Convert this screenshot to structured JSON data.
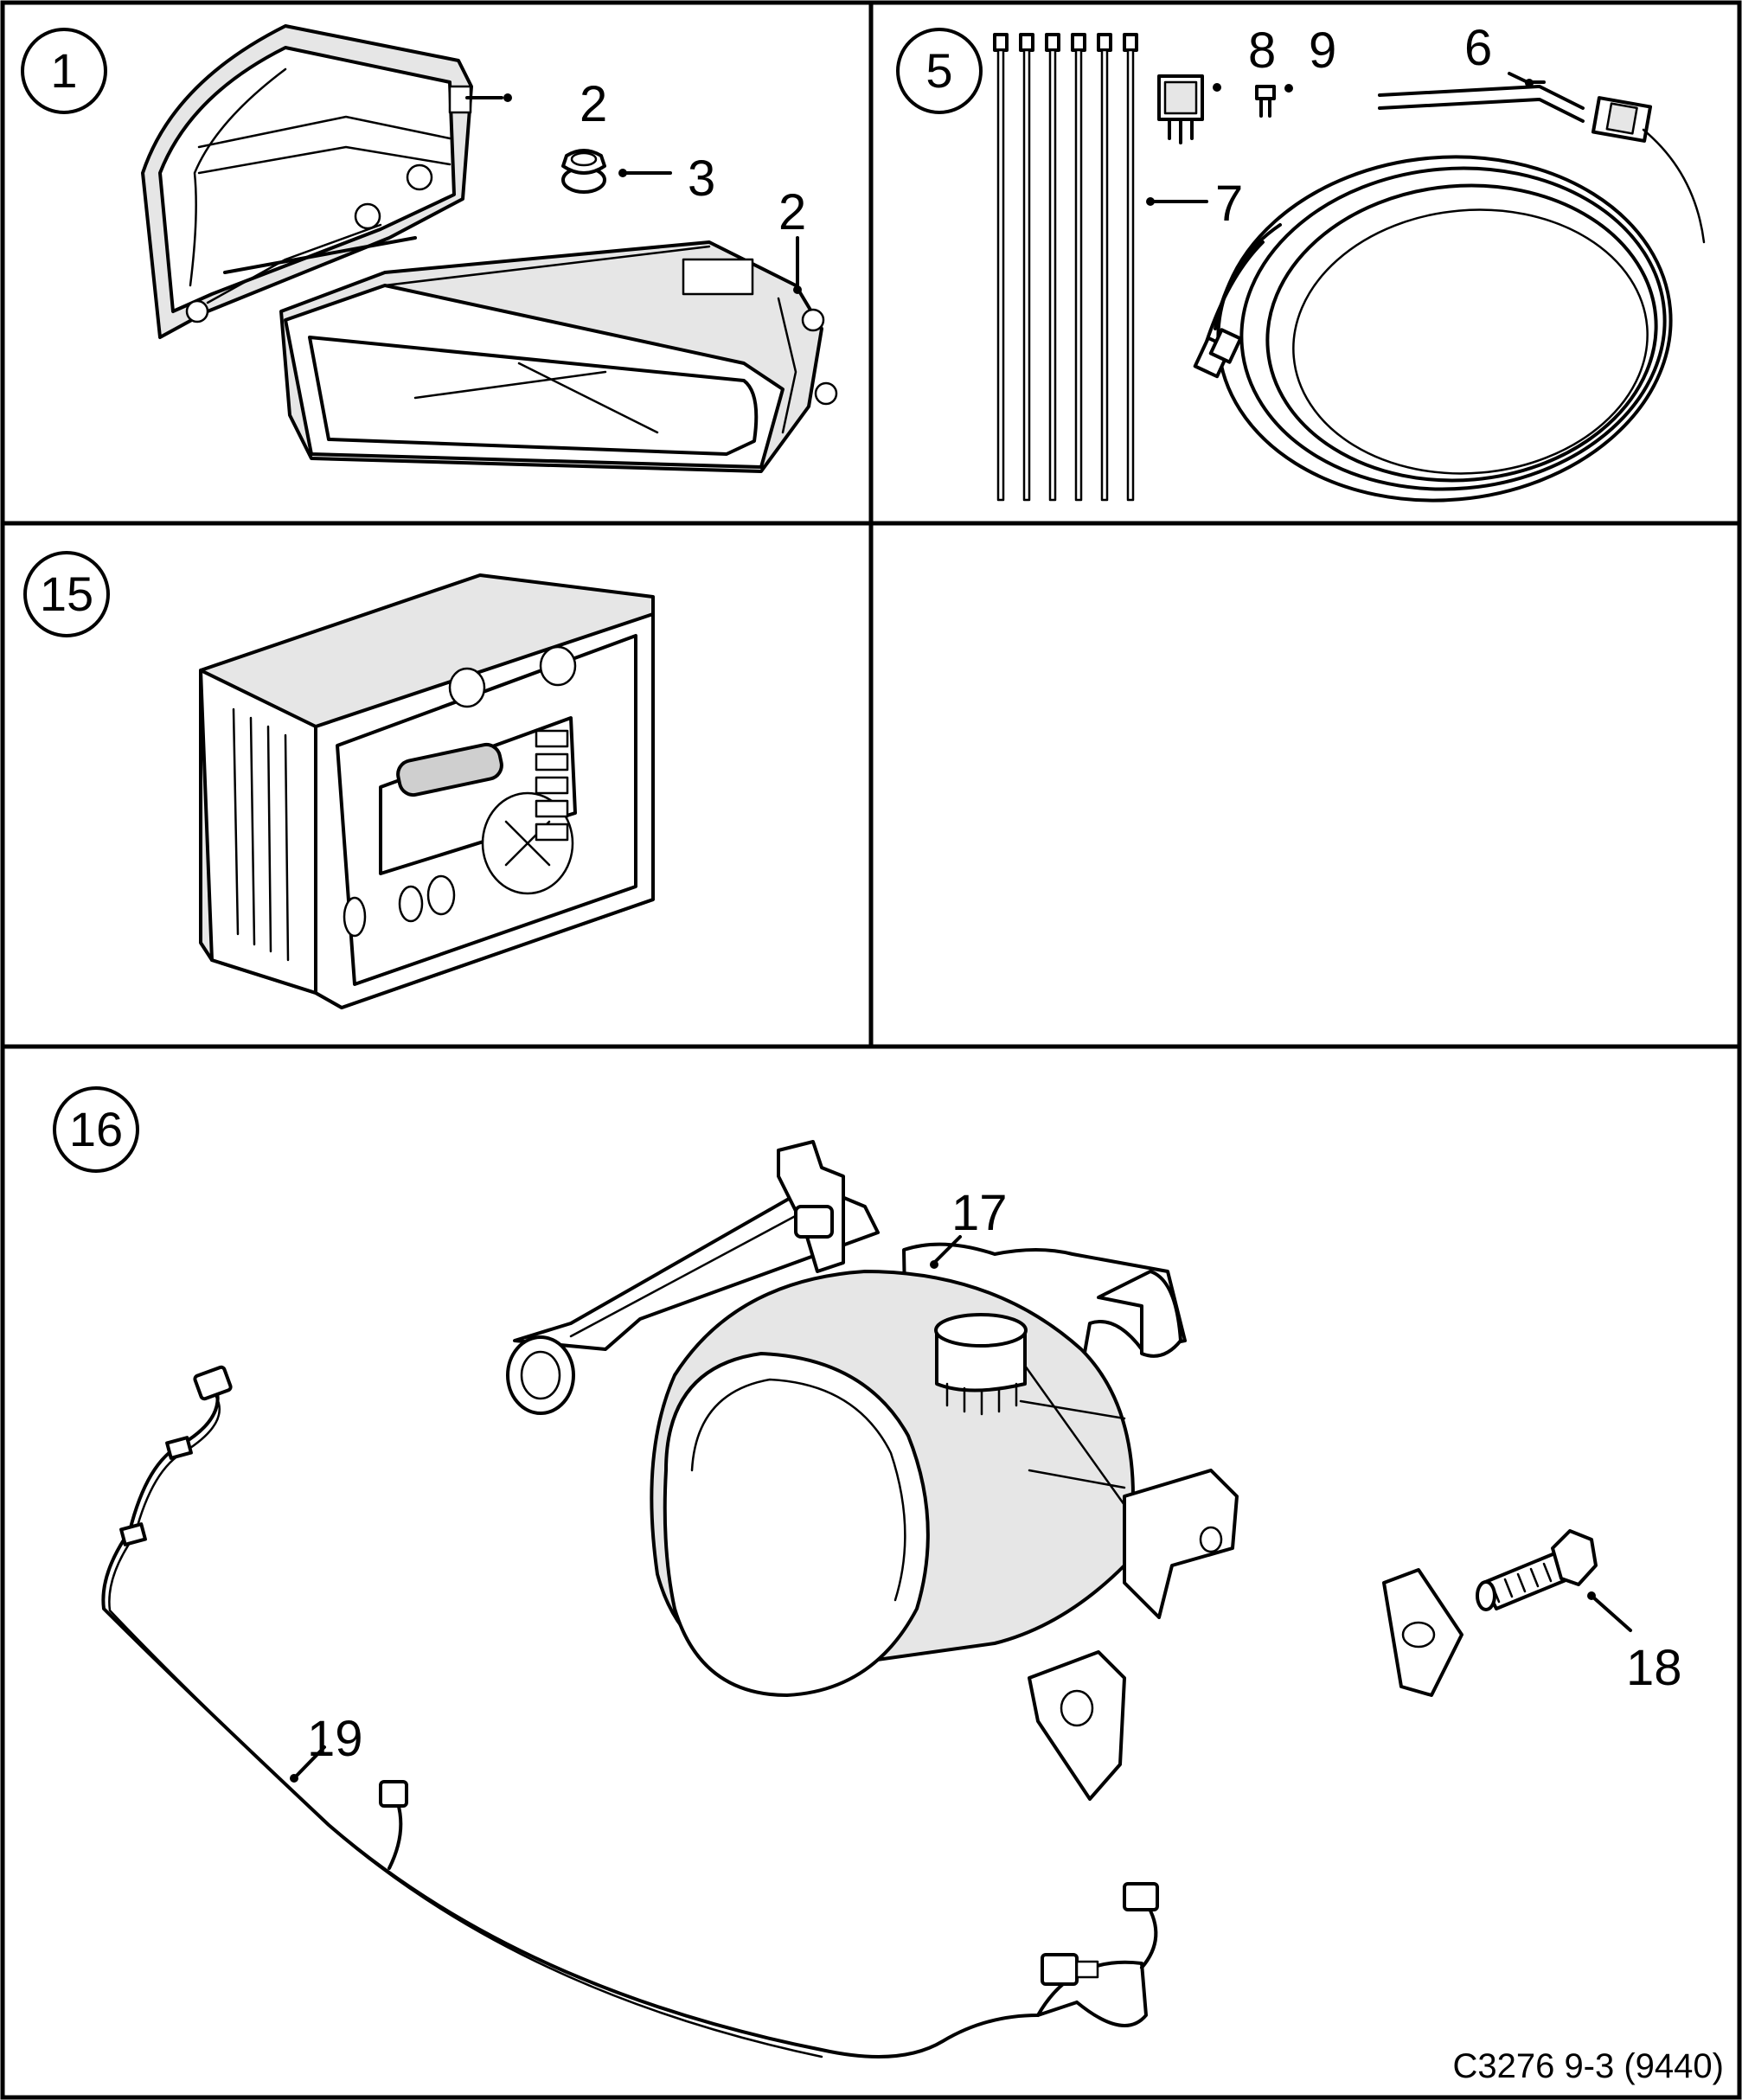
{
  "panels": {
    "p1": {
      "badge": "1"
    },
    "p5": {
      "badge": "5"
    },
    "p15": {
      "badge": "15"
    },
    "p16": {
      "badge": "16"
    }
  },
  "callouts": {
    "c2a": "2",
    "c3": "3",
    "c2b": "2",
    "c8": "8",
    "c9": "9",
    "c6": "6",
    "c7": "7",
    "c17": "17",
    "c18": "18",
    "c19": "19"
  },
  "doc_code": "C3276 9-3 (9440)"
}
